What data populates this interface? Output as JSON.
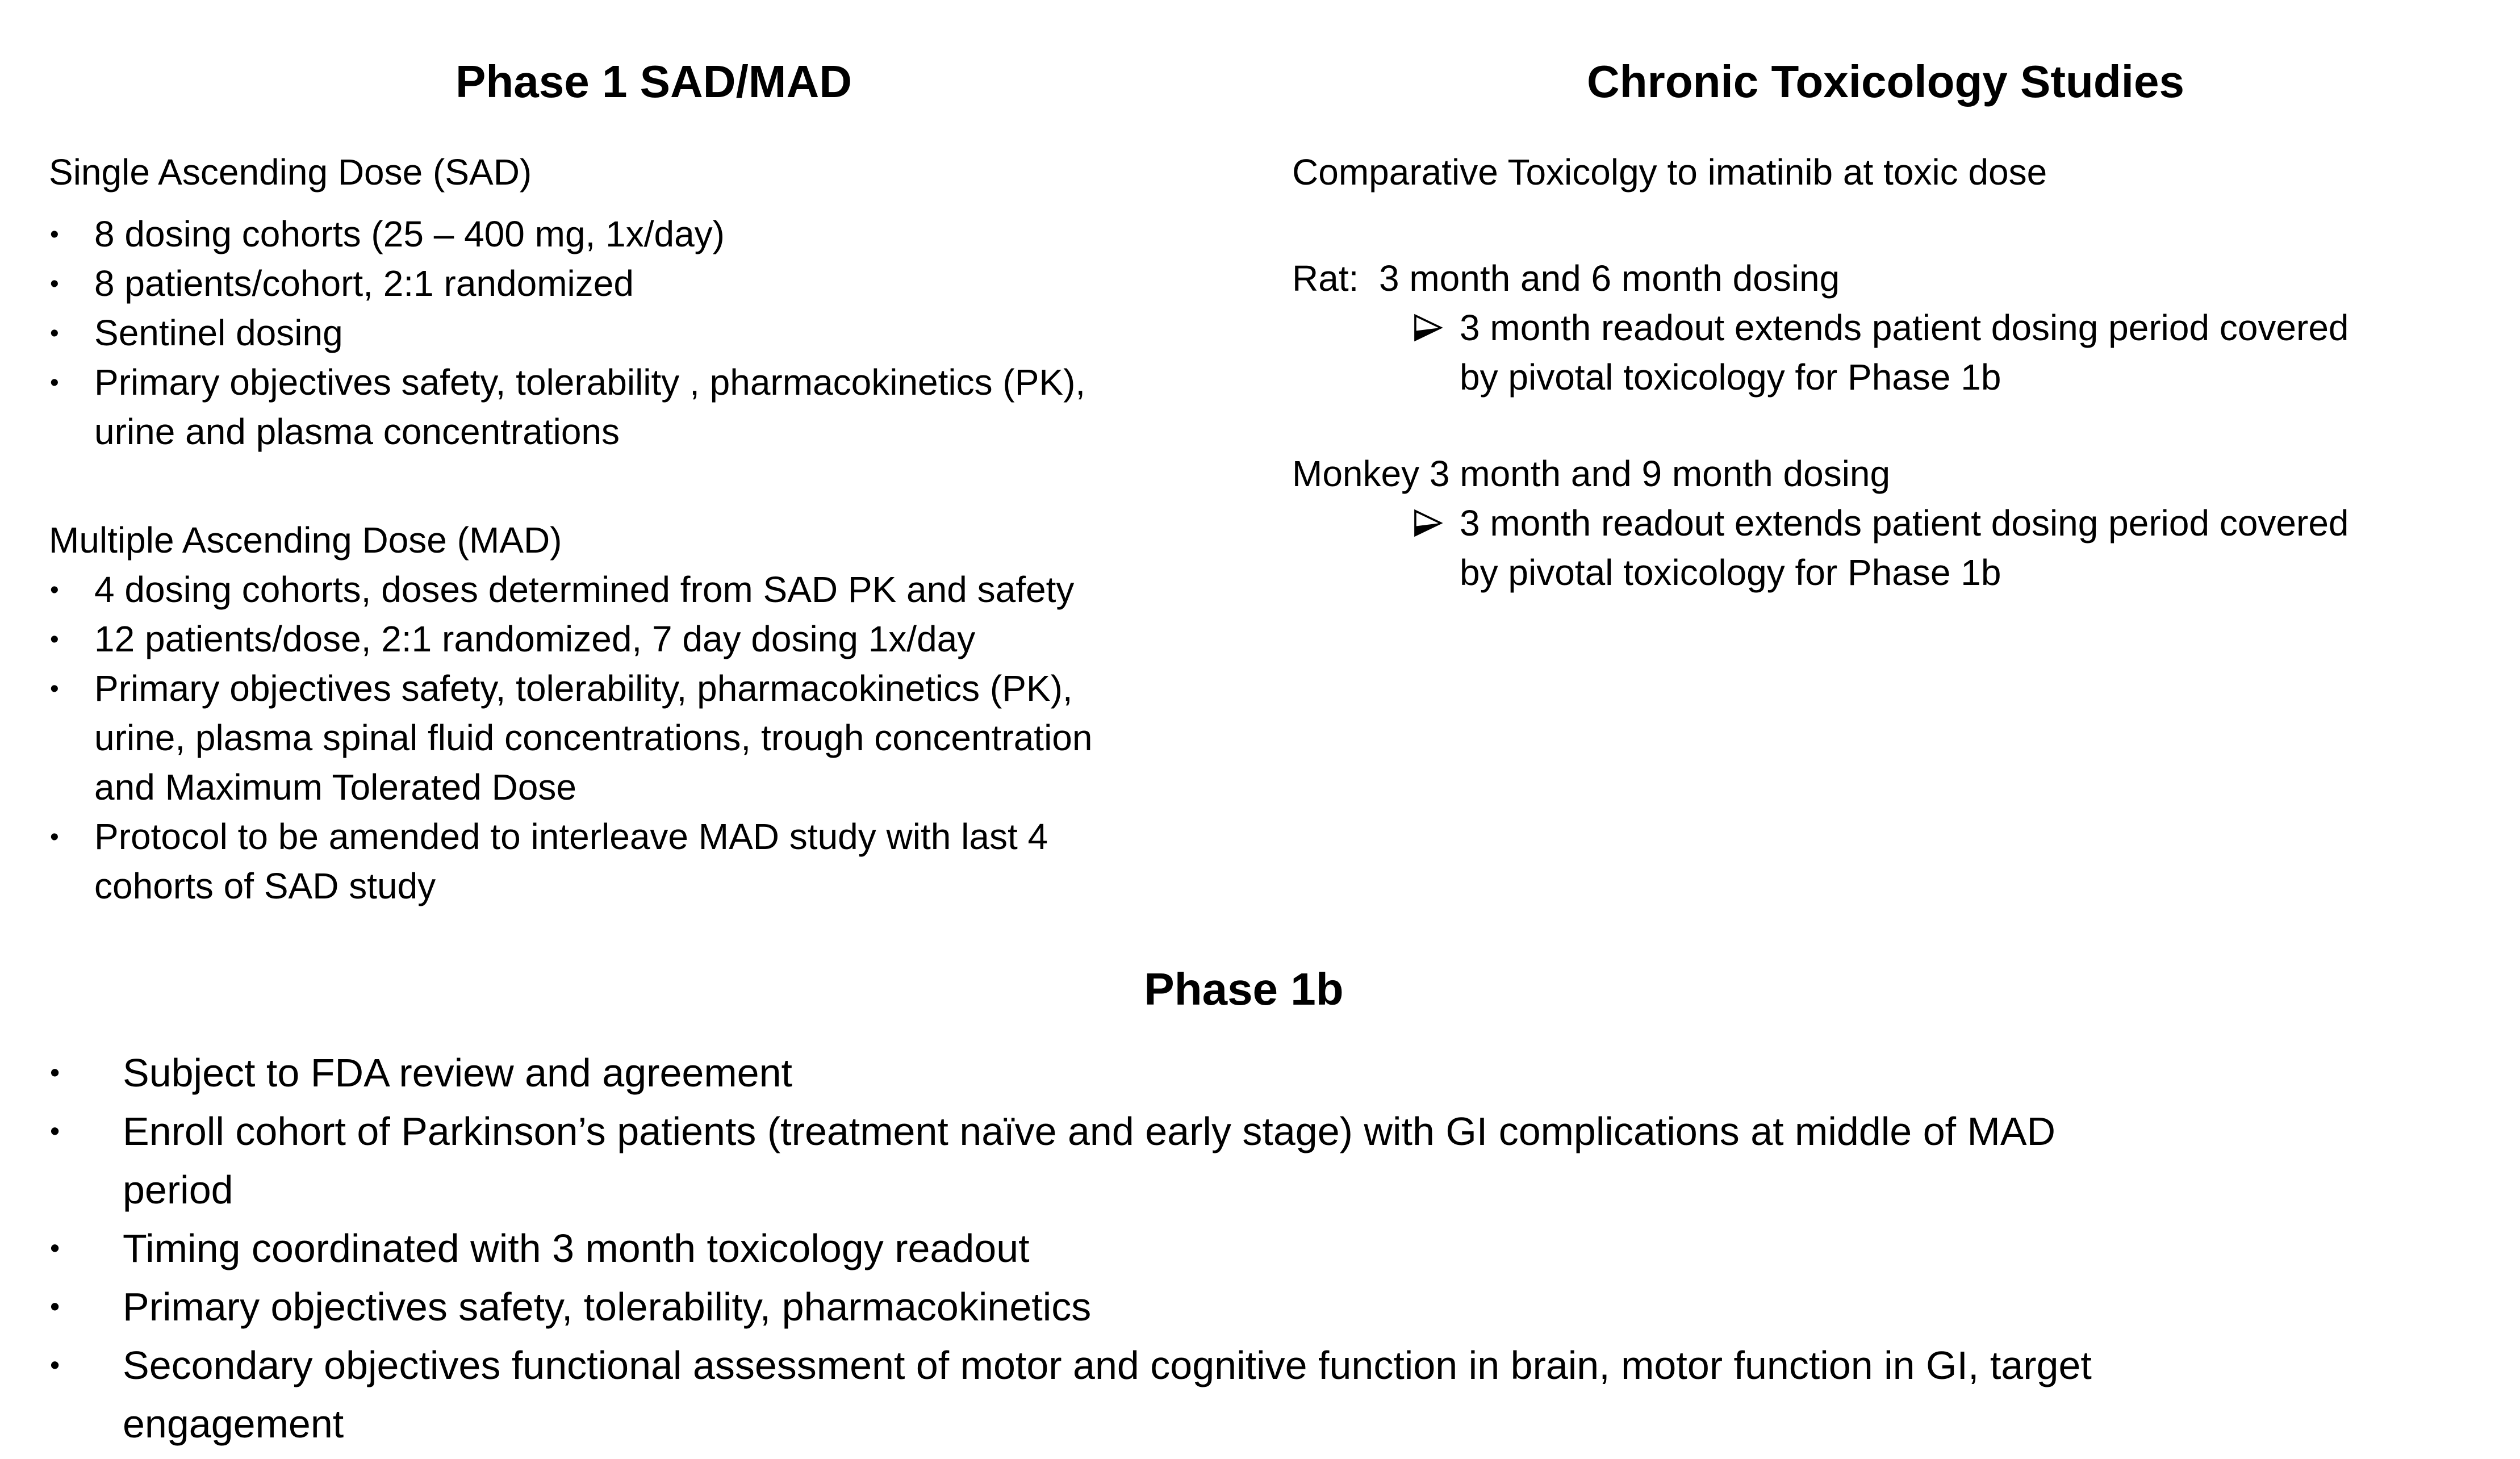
{
  "slide": {
    "colors": {
      "background": "#ffffff",
      "text": "#000000"
    }
  },
  "glyphs": {
    "bullet": "•",
    "arrow_icon_name": "right-arrowhead"
  },
  "left_column": {
    "title": "Phase 1 SAD/MAD",
    "sad": {
      "heading": "Single Ascending Dose (SAD)",
      "bullets": [
        [
          "8 dosing cohorts (25 – 400 mg, 1x/day)"
        ],
        [
          "8 patients/cohort, 2:1 randomized"
        ],
        [
          "Sentinel dosing"
        ],
        [
          "Primary objectives safety, tolerability , pharmacokinetics (PK),",
          "urine and plasma concentrations"
        ]
      ]
    },
    "mad": {
      "heading": "Multiple Ascending Dose (MAD)",
      "bullets": [
        [
          "4 dosing cohorts, doses determined from SAD PK and safety"
        ],
        [
          "12 patients/dose, 2:1 randomized, 7 day dosing 1x/day"
        ],
        [
          "Primary objectives safety, tolerability, pharmacokinetics (PK),",
          "urine, plasma spinal fluid concentrations, trough concentration",
          "and Maximum Tolerated Dose"
        ],
        [
          "Protocol to be amended to interleave MAD study with last 4",
          "cohorts of SAD study"
        ]
      ]
    }
  },
  "right_column": {
    "title": "Chronic Toxicology Studies",
    "intro": "Comparative Toxicolgy to imatinib at toxic dose",
    "rat": {
      "heading": "Rat:  3 month and 6 month dosing",
      "arrow_item": [
        "3 month readout extends patient dosing period covered",
        "by pivotal toxicology for Phase 1b"
      ]
    },
    "monkey": {
      "heading": "Monkey 3 month and 9 month dosing",
      "arrow_item": [
        "3 month readout extends patient dosing period covered",
        "by pivotal toxicology for Phase 1b"
      ]
    }
  },
  "phase_1b": {
    "title": "Phase 1b",
    "bullets": [
      [
        "Subject to FDA review and agreement"
      ],
      [
        "Enroll cohort of Parkinson’s patients (treatment naïve and early stage) with GI complications at middle of MAD",
        "period"
      ],
      [
        "Timing coordinated with 3 month toxicology readout"
      ],
      [
        "Primary objectives safety, tolerability, pharmacokinetics"
      ],
      [
        "Secondary objectives functional assessment of motor and cognitive function in brain, motor function in GI, target",
        "engagement"
      ]
    ]
  }
}
